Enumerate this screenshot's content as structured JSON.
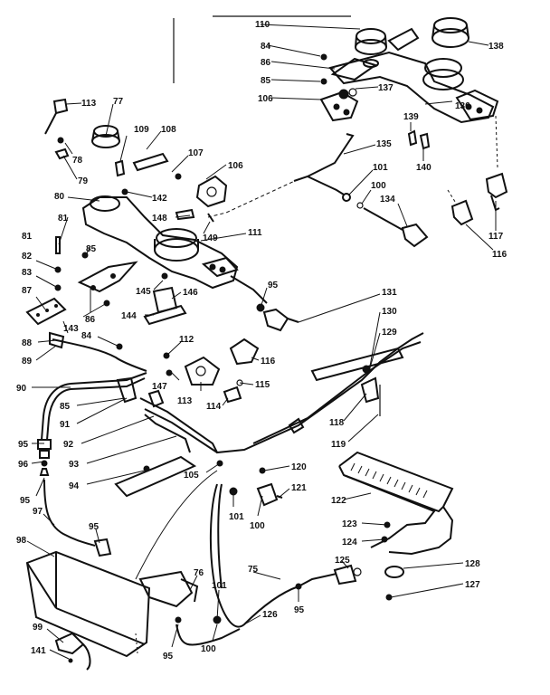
{
  "labels": {
    "l75": "75",
    "l76": "76",
    "l77": "77",
    "l78": "78",
    "l79": "79",
    "l80": "80",
    "l81": "81",
    "l82": "82",
    "l83": "83",
    "l84a": "84",
    "l84b": "84",
    "l85a": "85",
    "l85b": "85",
    "l85c": "85",
    "l86a": "86",
    "l86b": "86",
    "l87": "87",
    "l88": "88",
    "l89": "89",
    "l90": "90",
    "l91": "91",
    "l92": "92",
    "l93": "93",
    "l94": "94",
    "l95a": "95",
    "l95b": "95",
    "l95c": "95",
    "l95d": "95",
    "l95e": "95",
    "l95f": "95",
    "l96": "96",
    "l97": "97",
    "l98": "98",
    "l99": "99",
    "l100a": "100",
    "l100b": "100",
    "l100c": "100",
    "l101a": "101",
    "l101b": "101",
    "l101c": "101",
    "l105": "105",
    "l106a": "106",
    "l106b": "106",
    "l107": "107",
    "l108": "108",
    "l109": "109",
    "l110": "110",
    "l111": "111",
    "l112": "112",
    "l113a": "113",
    "l113b": "113",
    "l114": "114",
    "l115": "115",
    "l116a": "116",
    "l116b": "116",
    "l117": "117",
    "l118": "118",
    "l119": "119",
    "l120": "120",
    "l121": "121",
    "l122": "122",
    "l123": "123",
    "l124": "124",
    "l125": "125",
    "l126": "126",
    "l127": "127",
    "l128": "128",
    "l129": "129",
    "l130": "130",
    "l131": "131",
    "l134": "134",
    "l135": "135",
    "l136": "136",
    "l137": "137",
    "l138": "138",
    "l139": "139",
    "l140": "140",
    "l141": "141",
    "l142": "142",
    "l143": "143",
    "l144": "144",
    "l145": "145",
    "l146": "146",
    "l147": "147",
    "l148": "148",
    "l149": "149"
  }
}
